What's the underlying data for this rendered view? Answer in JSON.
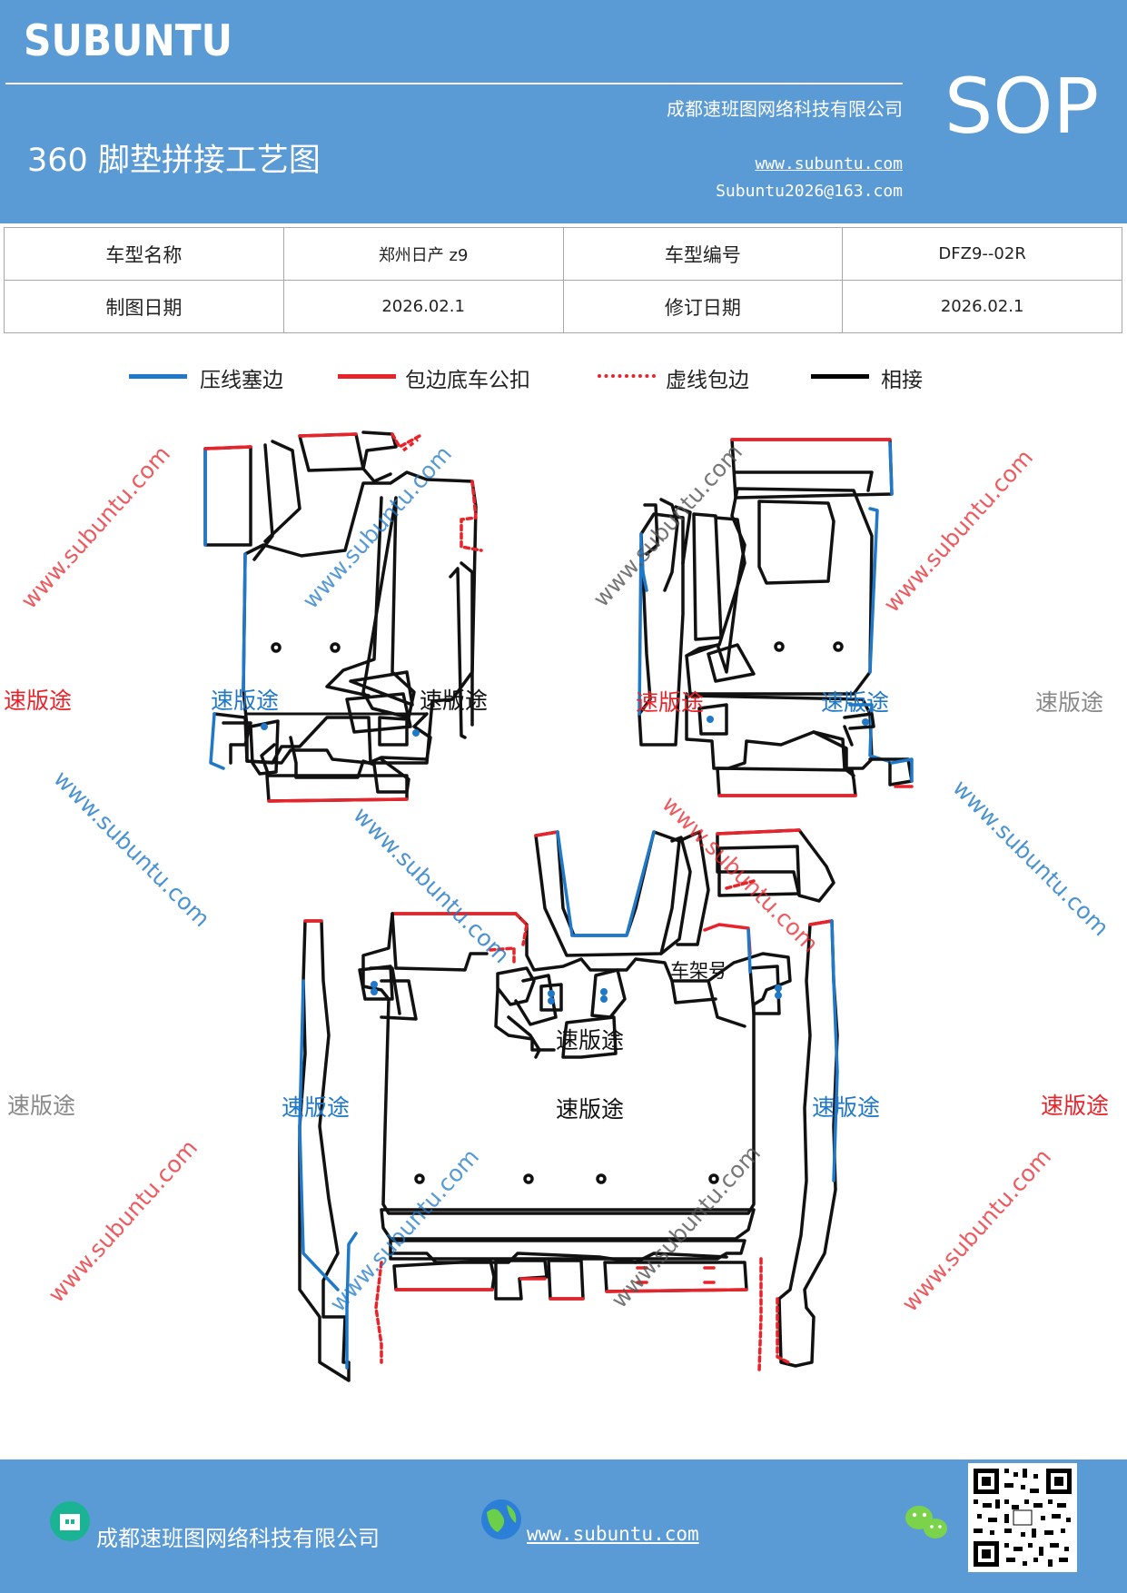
{
  "header": {
    "logo": "SUBUNTU",
    "company": "成都速班图网络科技有限公司",
    "title": "360 脚垫拼接工艺图",
    "website": "www.subuntu.com",
    "email": "Subuntu2026@163.com",
    "badge": "SOP"
  },
  "info_table": {
    "rows": [
      [
        {
          "label": "车型名称"
        },
        {
          "value": "郑州日产 z9"
        },
        {
          "label": "车型编号"
        },
        {
          "value": "DFZ9--02R"
        }
      ],
      [
        {
          "label": "制图日期"
        },
        {
          "value": "2026.02.1"
        },
        {
          "label": "修订日期"
        },
        {
          "value": "2026.02.1"
        }
      ]
    ]
  },
  "legend": [
    {
      "label": "压线塞边",
      "color": "#1f78c8",
      "style": "solid"
    },
    {
      "label": "包边底车公扣",
      "color": "#e8232a",
      "style": "solid"
    },
    {
      "label": "虚线包边",
      "color": "#e8232a",
      "style": "dashed"
    },
    {
      "label": "相接",
      "color": "#000000",
      "style": "solid"
    }
  ],
  "diagram": {
    "piece_labels": [
      "速版途",
      "速版途",
      "速版途"
    ],
    "part_label": "车架号",
    "watermark_brand": "速版途",
    "watermark_url": "www.subuntu.com"
  },
  "footer": {
    "company": "成都速班图网络科技有限公司",
    "website": "www.subuntu.com "
  }
}
